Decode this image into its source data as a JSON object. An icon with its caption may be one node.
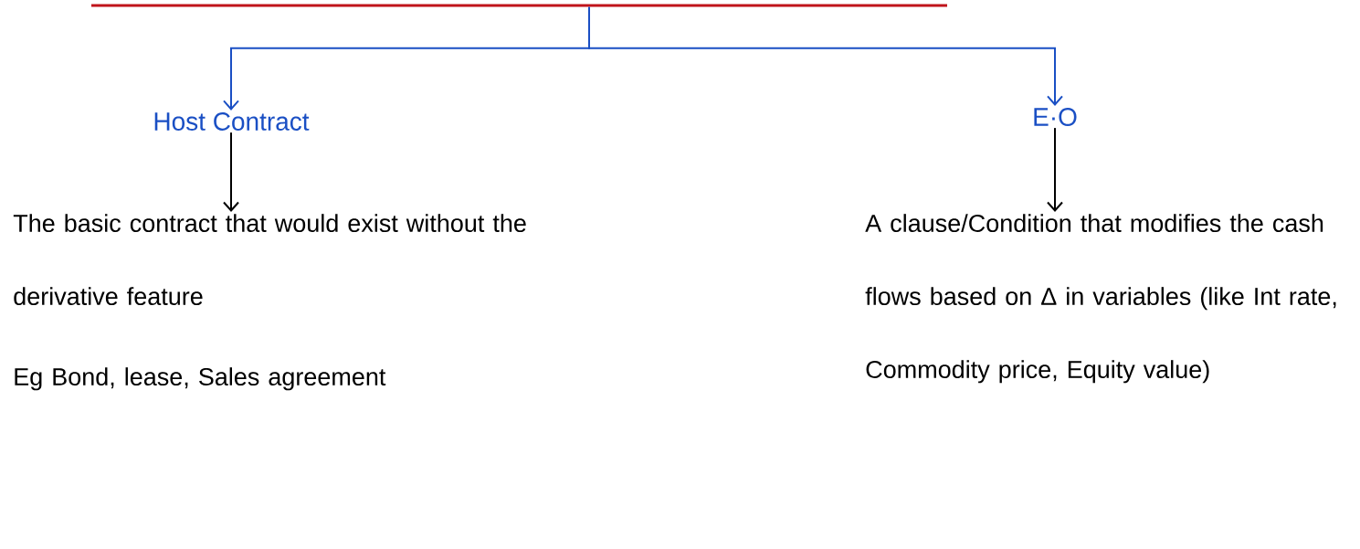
{
  "diagram": {
    "nodes": [
      {
        "text": [],
        "shape": "bar"
      },
      {
        "text": [
          "Host Contract"
        ]
      },
      {
        "text": [
          "E·O"
        ]
      },
      {
        "text": [
          "The basic contract that would exist without the derivative feature",
          "Eg Bond, lease, Sales agreement"
        ]
      },
      {
        "text": [
          "A clause/Condition that modifies the cash flows based on Δ in variables (like Int rate, Commodity price, Equity value)"
        ]
      }
    ],
    "edges": [
      {
        "from": 0,
        "to": 1,
        "arrow": "to",
        "color": "#1a4fc4"
      },
      {
        "from": 0,
        "to": 2,
        "arrow": "to",
        "color": "#1a4fc4"
      },
      {
        "from": 1,
        "to": 3,
        "arrow": "to",
        "color": "#000000"
      },
      {
        "from": 2,
        "to": 4,
        "arrow": "to",
        "color": "#000000"
      }
    ]
  }
}
